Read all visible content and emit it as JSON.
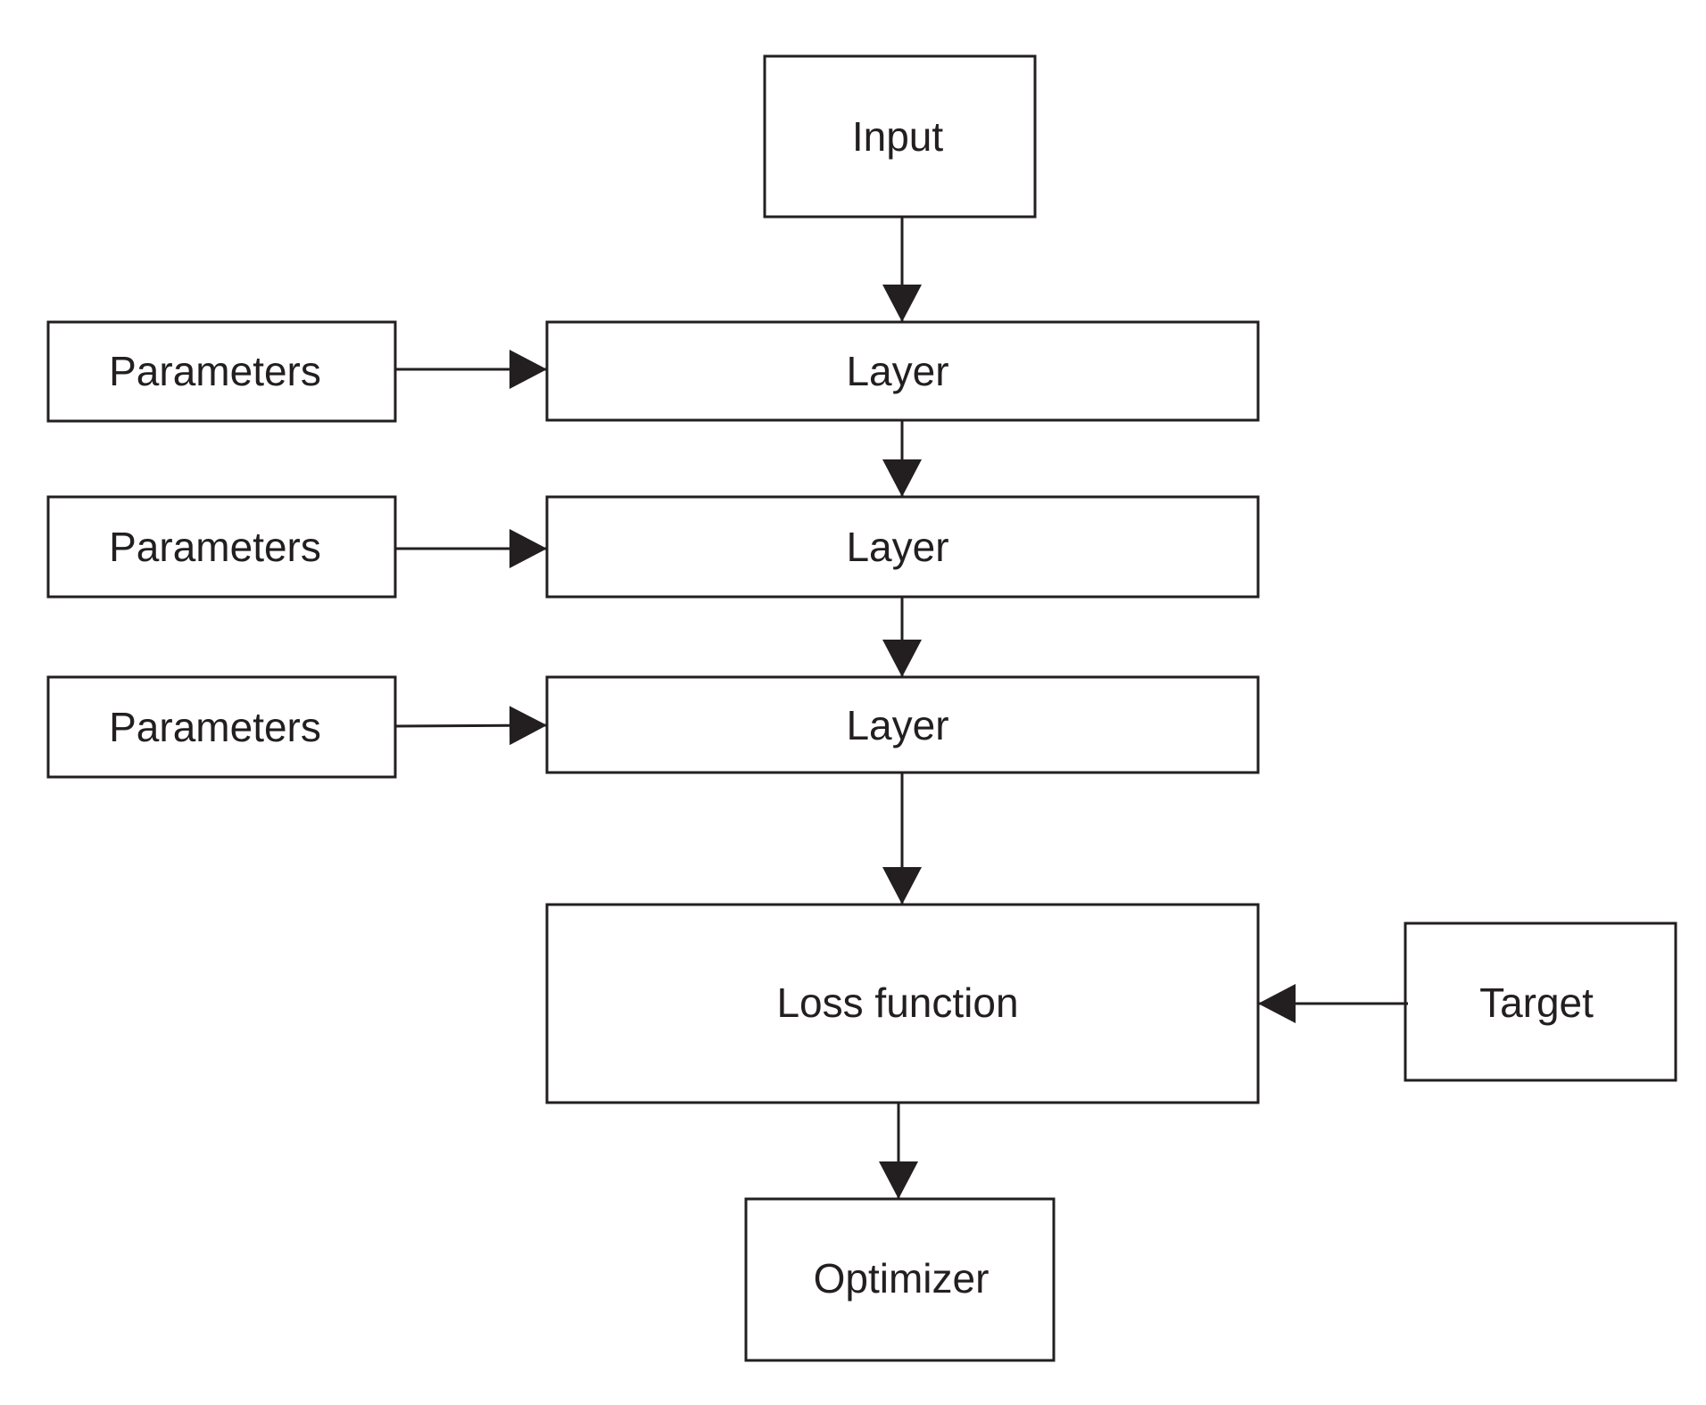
{
  "diagram": {
    "nodes": {
      "input": "Input",
      "layer1": "Layer",
      "layer2": "Layer",
      "layer3": "Layer",
      "params1": "Parameters",
      "params2": "Parameters",
      "params3": "Parameters",
      "loss": "Loss function",
      "target": "Target",
      "optimizer": "Optimizer"
    },
    "edges": [
      {
        "from": "input",
        "to": "layer1"
      },
      {
        "from": "params1",
        "to": "layer1"
      },
      {
        "from": "layer1",
        "to": "layer2"
      },
      {
        "from": "params2",
        "to": "layer2"
      },
      {
        "from": "layer2",
        "to": "layer3"
      },
      {
        "from": "params3",
        "to": "layer3"
      },
      {
        "from": "layer3",
        "to": "loss"
      },
      {
        "from": "target",
        "to": "loss"
      },
      {
        "from": "loss",
        "to": "optimizer"
      }
    ],
    "colors": {
      "stroke": "#231f20",
      "text": "#231f20",
      "background": "#ffffff"
    }
  }
}
